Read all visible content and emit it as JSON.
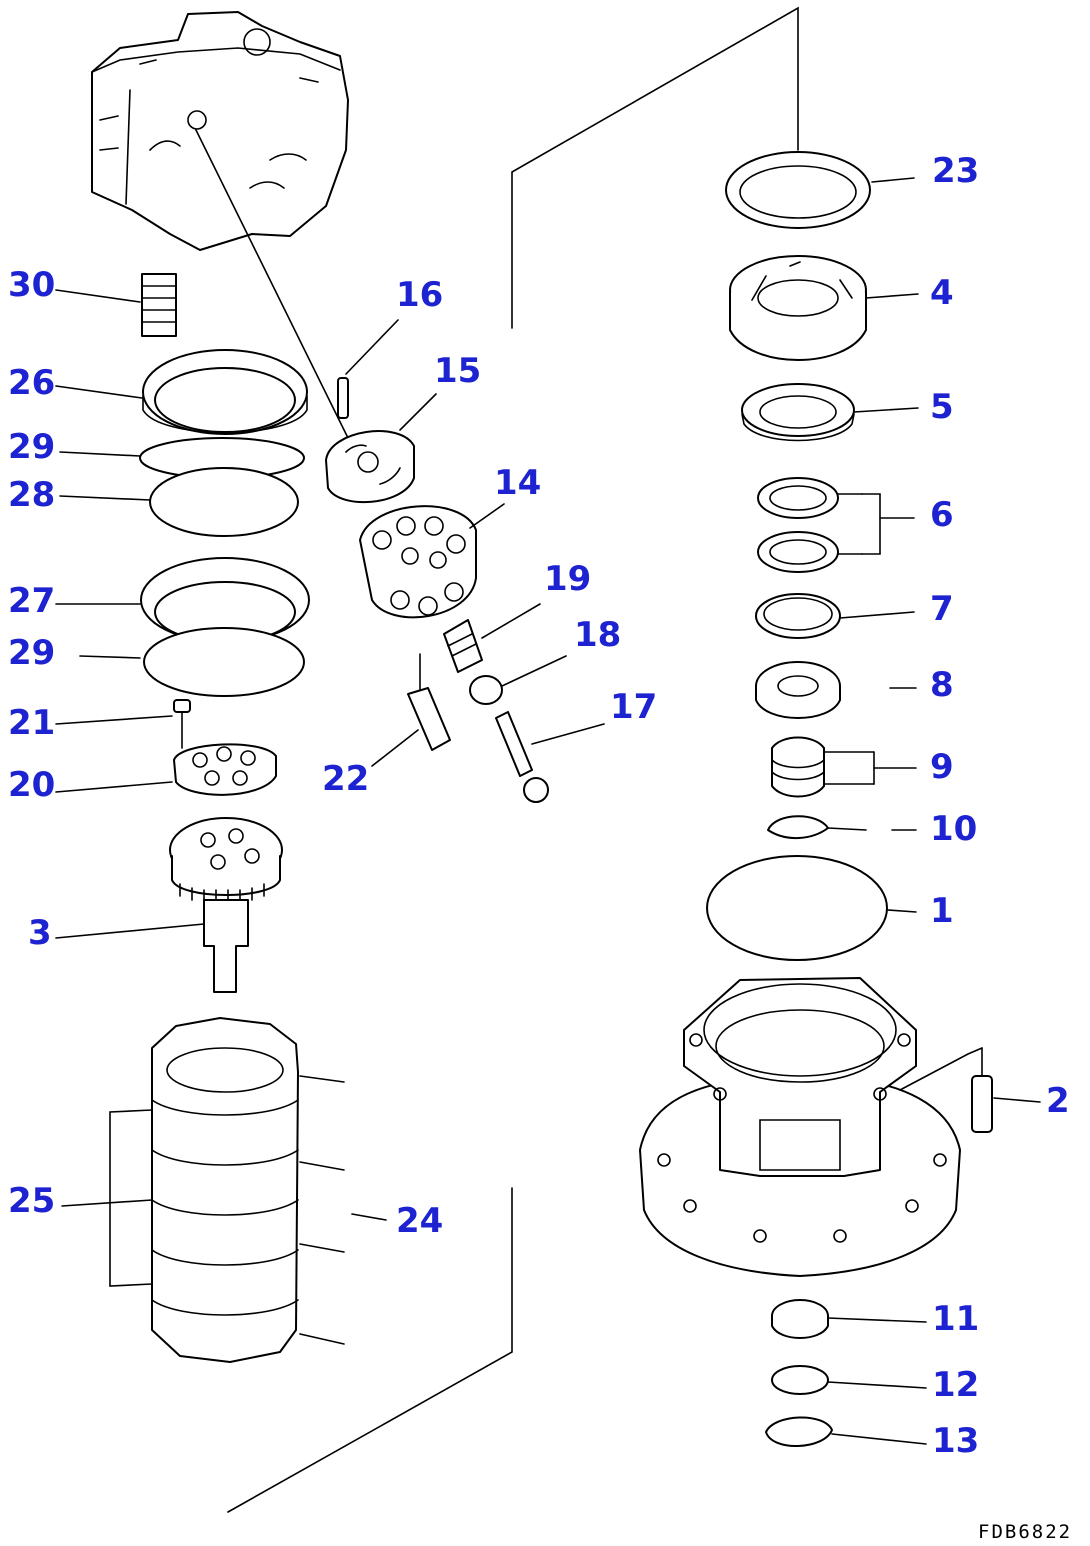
{
  "drawing_code": "FDB6822",
  "colors": {
    "callout": "#1e23d2",
    "line": "#000000",
    "background": "#ffffff"
  },
  "callouts": {
    "c1": "1",
    "c2": "2",
    "c3": "3",
    "c4": "4",
    "c5": "5",
    "c6": "6",
    "c7": "7",
    "c8": "8",
    "c9": "9",
    "c10": "10",
    "c11": "11",
    "c12": "12",
    "c13": "13",
    "c14": "14",
    "c15": "15",
    "c16": "16",
    "c17": "17",
    "c18": "18",
    "c19": "19",
    "c20": "20",
    "c21": "21",
    "c22": "22",
    "c23": "23",
    "c24": "24",
    "c25": "25",
    "c26": "26",
    "c27": "27",
    "c28": "28",
    "c29a": "29",
    "c29b": "29",
    "c30": "30"
  }
}
